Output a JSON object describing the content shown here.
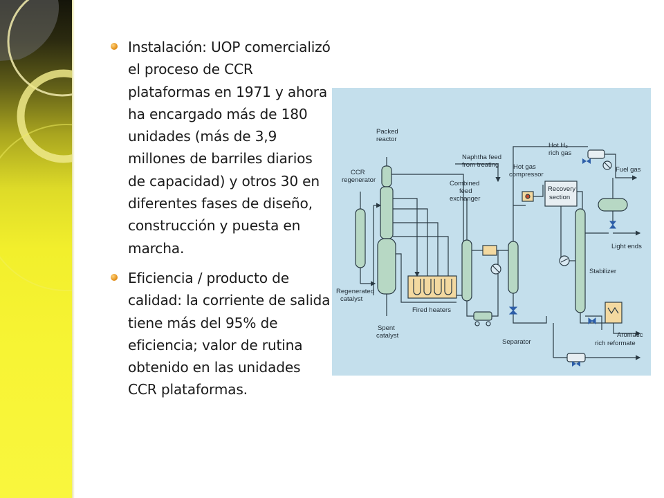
{
  "slide": {
    "bullets": [
      {
        "text": "Instalación: UOP comercializó el proceso de CCR plataformas en 1971 y ahora ha encargado más de 180 unidades (más de 3,9 millones de barriles diarios de capacidad) y otros 30 en diferentes fases de diseño, construcción y puesta en marcha."
      },
      {
        "text": "Eficiencia / producto de calidad: la corriente de salida  tiene más del 95% de eficiencia;  valor  de rutina obtenido en las unidades CCR plataformas."
      }
    ]
  },
  "diagram": {
    "labels": {
      "packed_reactor_1": "Packed",
      "packed_reactor_2": "reactor",
      "ccr_regenerator_1": "CCR",
      "ccr_regenerator_2": "regenerator",
      "naphtha_feed_1": "Naphtha feed",
      "naphtha_feed_2": "from treating",
      "combined_feed_1": "Combined",
      "combined_feed_2": "feed",
      "combined_feed_3": "exchanger",
      "hot_gas_1": "Hot gas",
      "hot_gas_2": "compressor",
      "hot_h2_1": "Hot H₂",
      "hot_h2_2": "rich gas",
      "recovery_1": "Recovery",
      "recovery_2": "section",
      "fuel_gas": "Fuel gas",
      "light_ends": "Light ends",
      "stabilizer": "Stabilizer",
      "regenerated_1": "Regenerated",
      "regenerated_2": "catalyst",
      "fired_heaters": "Fired heaters",
      "spent_1": "Spent",
      "spent_2": "catalyst",
      "separator": "Separator",
      "aromatic_1": "Aromatic",
      "aromatic_2": "rich reformate"
    },
    "colors": {
      "background": "#c4dfec",
      "equipment": "#b7d8c4",
      "heater": "#f3d9a0",
      "line": "#2a3a44",
      "valve": "#2d5ea8"
    }
  }
}
